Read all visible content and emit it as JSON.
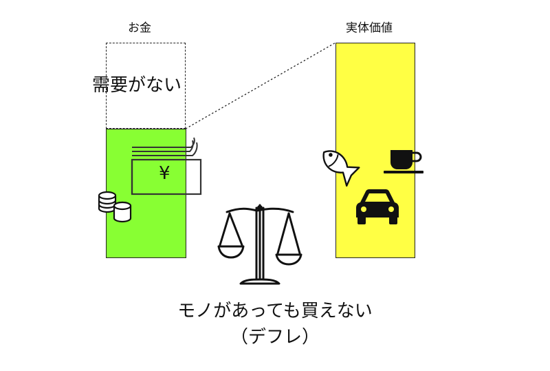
{
  "labels": {
    "money": "お金",
    "real_value": "実体価値",
    "no_demand": "需要がない"
  },
  "caption": {
    "line1": "モノがあっても買えない",
    "line2": "（デフレ）"
  },
  "icons": {
    "banknote": "banknote-icon",
    "yen_symbol": "¥",
    "coins": "coins-icon",
    "fish": "fish-icon",
    "coffee": "coffee-cup-icon",
    "car": "car-icon",
    "scale": "balance-scale-icon"
  },
  "colors": {
    "money_bar": "#88ff33",
    "real_bar": "#ffff44",
    "outline": "#222222"
  }
}
